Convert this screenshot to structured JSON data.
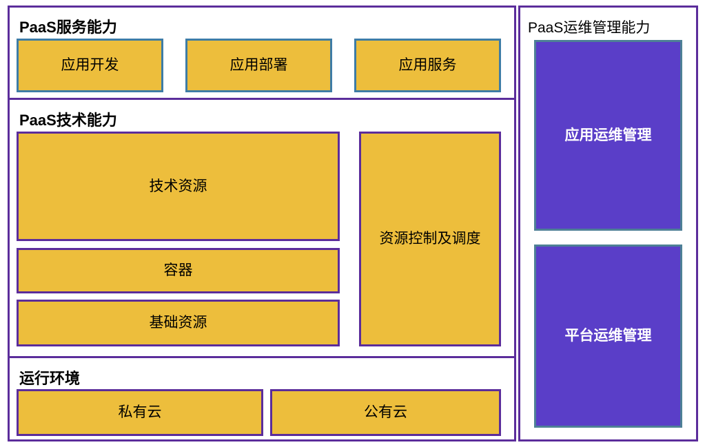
{
  "diagram": {
    "title_semantic": "paas-platform-capability-architecture",
    "colors": {
      "gold_fill": "#EDBE3C",
      "purple_fill": "#5A3EC8",
      "purple_border": "#5B2D9B",
      "teal_border": "#3E7CA6",
      "purple_box_border": "#4E8096",
      "background": "#FFFFFF",
      "text_dark": "#000000",
      "text_light": "#FFFFFF"
    }
  },
  "left_panel": {
    "sections": [
      {
        "key": "service",
        "title": "PaaS服务能力",
        "title_bold": true,
        "boxes": [
          {
            "label": "应用开发"
          },
          {
            "label": "应用部署"
          },
          {
            "label": "应用服务"
          }
        ]
      },
      {
        "key": "technology",
        "title": "PaaS技术能力",
        "title_bold": true,
        "boxes": [
          {
            "label": "技术资源"
          },
          {
            "label": "容器"
          },
          {
            "label": "基础资源"
          },
          {
            "label": "资源控制及调度"
          }
        ]
      },
      {
        "key": "runtime",
        "title": "运行环境",
        "title_bold": true,
        "boxes": [
          {
            "label": "私有云"
          },
          {
            "label": "公有云"
          }
        ]
      }
    ]
  },
  "right_panel": {
    "title": "PaaS运维管理能力",
    "title_bold": false,
    "boxes": [
      {
        "label": "应用运维管理"
      },
      {
        "label": "平台运维管理"
      }
    ]
  }
}
